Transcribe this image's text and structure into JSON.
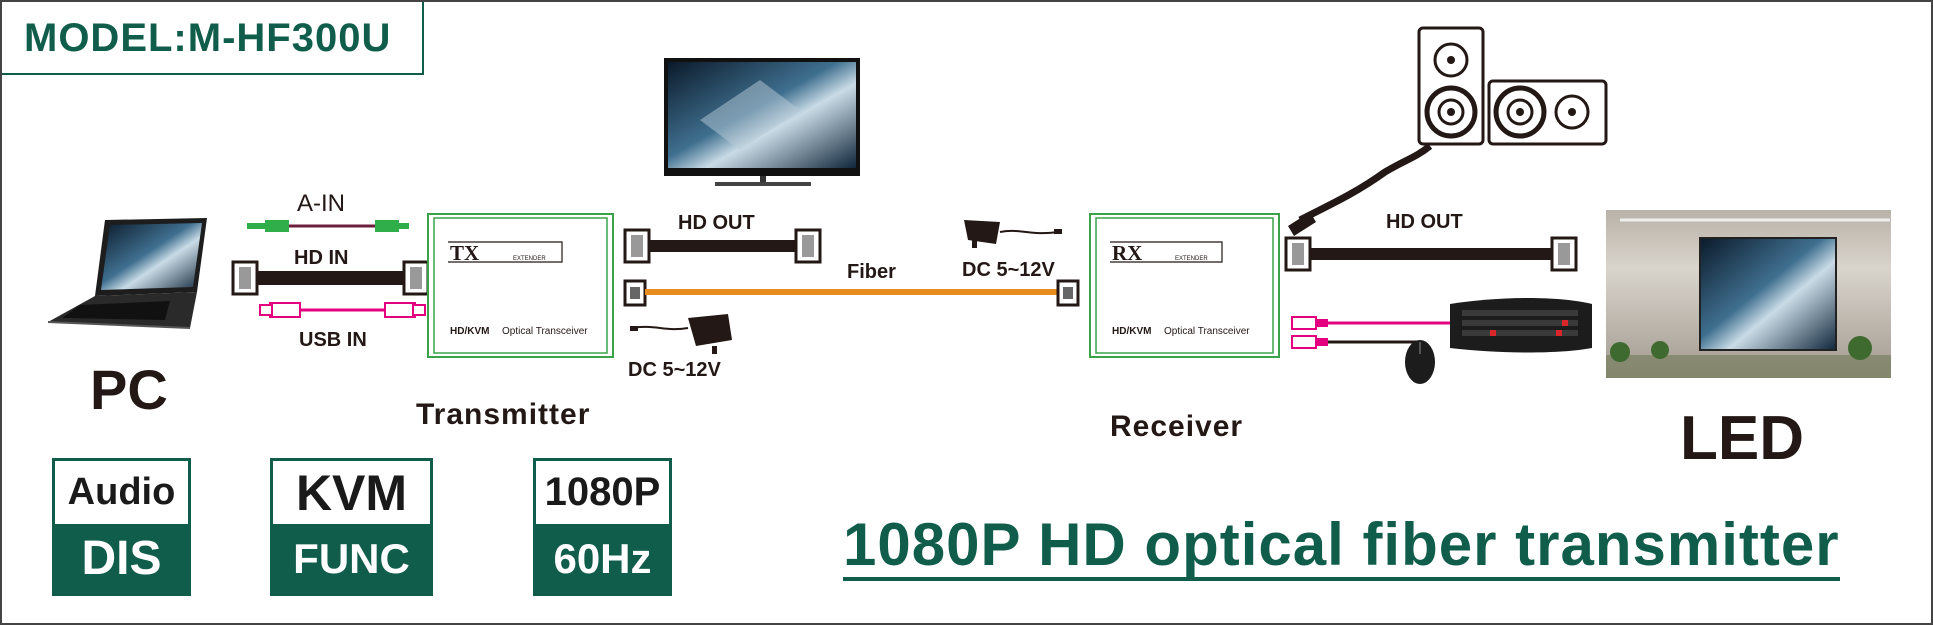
{
  "model": "MODEL:M-HF300U",
  "devices": {
    "pc": "PC",
    "transmitter": "Transmitter",
    "receiver": "Receiver",
    "led": "LED"
  },
  "tx_box": {
    "logo": "TX",
    "logo_sub": "EXTENDER",
    "caption_bold": "HD/KVM",
    "caption": "Optical Transceiver"
  },
  "rx_box": {
    "logo": "RX",
    "logo_sub": "EXTENDER",
    "caption_bold": "HD/KVM",
    "caption": "Optical Transceiver"
  },
  "labels": {
    "a_in": "A-IN",
    "hd_in": "HD  IN",
    "usb_in": "USB IN",
    "tx_hd_out": "HD  OUT",
    "fiber": "Fiber",
    "dc_tx": "DC 5~12V",
    "dc_rx": "DC 5~12V",
    "rx_hd_out": "HD   OUT"
  },
  "badges": [
    {
      "top": "Audio",
      "bottom": "DIS"
    },
    {
      "top": "KVM",
      "bottom": "FUNC"
    },
    {
      "top": "1080P",
      "bottom": "60Hz"
    }
  ],
  "headline": "1080P HD optical fiber transmitter",
  "colors": {
    "brand_green": "#0f5d4a",
    "box_green": "#3aa34a",
    "fiber": "#e98c1e",
    "usb": "#e4007f",
    "audio": "#2fae4a",
    "cable": "#231815"
  }
}
